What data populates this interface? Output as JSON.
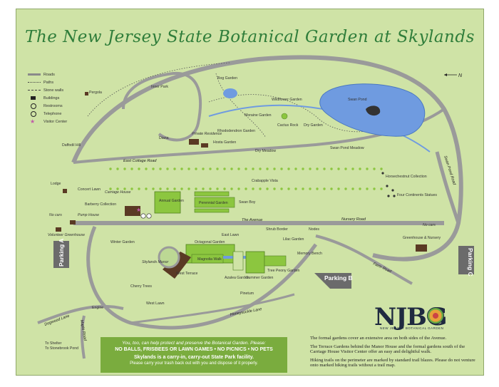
{
  "title": "The New Jersey State Botanical Garden at Skylands",
  "legend": [
    {
      "label": "Roads",
      "icon": "road-line-icon"
    },
    {
      "label": "Paths",
      "icon": "path-dots-icon"
    },
    {
      "label": "Stone walls",
      "icon": "stone-wall-icon"
    },
    {
      "label": "Buildings",
      "icon": "building-icon"
    },
    {
      "label": "Restrooms",
      "icon": "restroom-icon"
    },
    {
      "label": "Telephone",
      "icon": "telephone-icon"
    },
    {
      "label": "Visitor Center",
      "icon": "star-icon"
    }
  ],
  "north_label": "N",
  "labels": {
    "pergola": "Pergola",
    "inner_park": "Inner Park",
    "bog_garden": "Bog Garden",
    "swan_pond": "Swan Pond",
    "wildflower_garden": "Wildflower Garden",
    "moraine_garden": "Moraine Garden",
    "cactus_rock": "Cactus Rock",
    "dry_garden": "Dry Garden",
    "rhododendron_garden": "Rhododendron Garden",
    "hosta_garden": "Hosta Garden",
    "private_residence": "Private Residence",
    "diana": "Diana",
    "dry_meadow": "Dry Meadow",
    "swan_pond_meadow": "Swan Pond Meadow",
    "daffodil_hill": "Daffodil Hill",
    "east_cottage_road": "East Cottage Road",
    "horsechestnut": "Horsechestnut Collection",
    "crabapple_vista": "Crabapple Vista",
    "four_continents": "Four Continents Statues",
    "swan_pond_road": "Swan Pond Road",
    "lodge": "Lodge",
    "concert_lawn": "Concert Lawn",
    "carriage_house": "Carriage House",
    "barberry": "Barberry Collection",
    "annual_garden": "Annual Garden",
    "perennial_garden": "Perennial Garden",
    "swan_boy": "Swan Boy",
    "the_avenue": "The Avenue",
    "nursery_road": "Nursery Road",
    "no_cars_w": "No cars",
    "no_cars_e": "No cars",
    "volunteer_greenhouse": "Volunteer Greenhouse",
    "pump_house": "Pump House",
    "shrub_border": "Shrub Border",
    "nodes": "Nodes",
    "greenhouse_nursery": "Greenhouse & Nursery",
    "winter_garden": "Winter Garden",
    "east_lawn": "East Lawn",
    "octagonal_garden": "Octagonal Garden",
    "lilac_garden": "Lilac Garden",
    "memory_bench": "Memory Bench",
    "skylands_manor": "Skylands Manor",
    "magnolia_walk": "Magnolia Walk",
    "west_terrace": "West Terrace",
    "azalea_garden": "Azalea Garden",
    "summer_garden": "Summer Garden",
    "tree_peony_garden": "Tree Peony Garden",
    "cherry_trees": "Cherry Trees",
    "pinetum": "Pinetum",
    "west_lawn": "West Lawn",
    "engine": "Engine",
    "honeysuckle_lane": "Honeysuckle Lane",
    "dogwood_lane": "Dogwood Lane",
    "maple_road": "Maple Road",
    "farm_road": "Farm Road",
    "to_shelter": "To Shelter",
    "to_stonebrook": "To Stonebrook Pond"
  },
  "parking": {
    "a": "Parking A",
    "b": "Parking B",
    "c": "Parking C"
  },
  "notice": {
    "line1": "You, too, can help protect and preserve the Botanical Garden. Please:",
    "line2": "NO BALLS, FRISBEES OR LAWN GAMES  •  NO PICNICS  •  NO PETS",
    "line3": "Skylands is a carry-in, carry-out State Park facility.",
    "line4": "Please carry your trash back out with you and dispose of it properly."
  },
  "logo": {
    "text": "NJBG",
    "sub": "NEW JERSEY BOTANICAL GARDEN"
  },
  "description": [
    "The formal gardens cover an extensive area on both sides of the Avenue.",
    "The Terrace Gardens behind the Manor House and the formal gardens south of the Carriage House Visitor Center offer an easy and delightful walk.",
    "Hiking trails on the perimeter are marked by standard trail blazes. Please do not venture onto marked hiking trails without a trail map."
  ],
  "colors": {
    "background": "#cfe3a6",
    "road": "#9a9a9a",
    "water": "#6f9be0",
    "garden": "#8cc63f",
    "title": "#2f7d3a",
    "notice": "#7aac3e"
  }
}
